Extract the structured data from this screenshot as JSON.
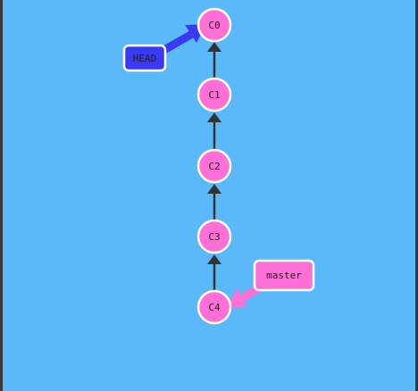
{
  "commits": [
    {
      "id": "C0",
      "label": "C0"
    },
    {
      "id": "C1",
      "label": "C1"
    },
    {
      "id": "C2",
      "label": "C2"
    },
    {
      "id": "C3",
      "label": "C3"
    },
    {
      "id": "C4",
      "label": "C4"
    }
  ],
  "refs": {
    "head": {
      "label": "HEAD",
      "points_to": "C0",
      "color": "#3a3af2"
    },
    "master": {
      "label": "master",
      "points_to": "C4",
      "color": "#ff6fd6"
    }
  },
  "colors": {
    "background": "#5cb9f9",
    "commit_fill": "#ff6fd6",
    "commit_stroke": "#ffffff",
    "edge": "#333333"
  }
}
